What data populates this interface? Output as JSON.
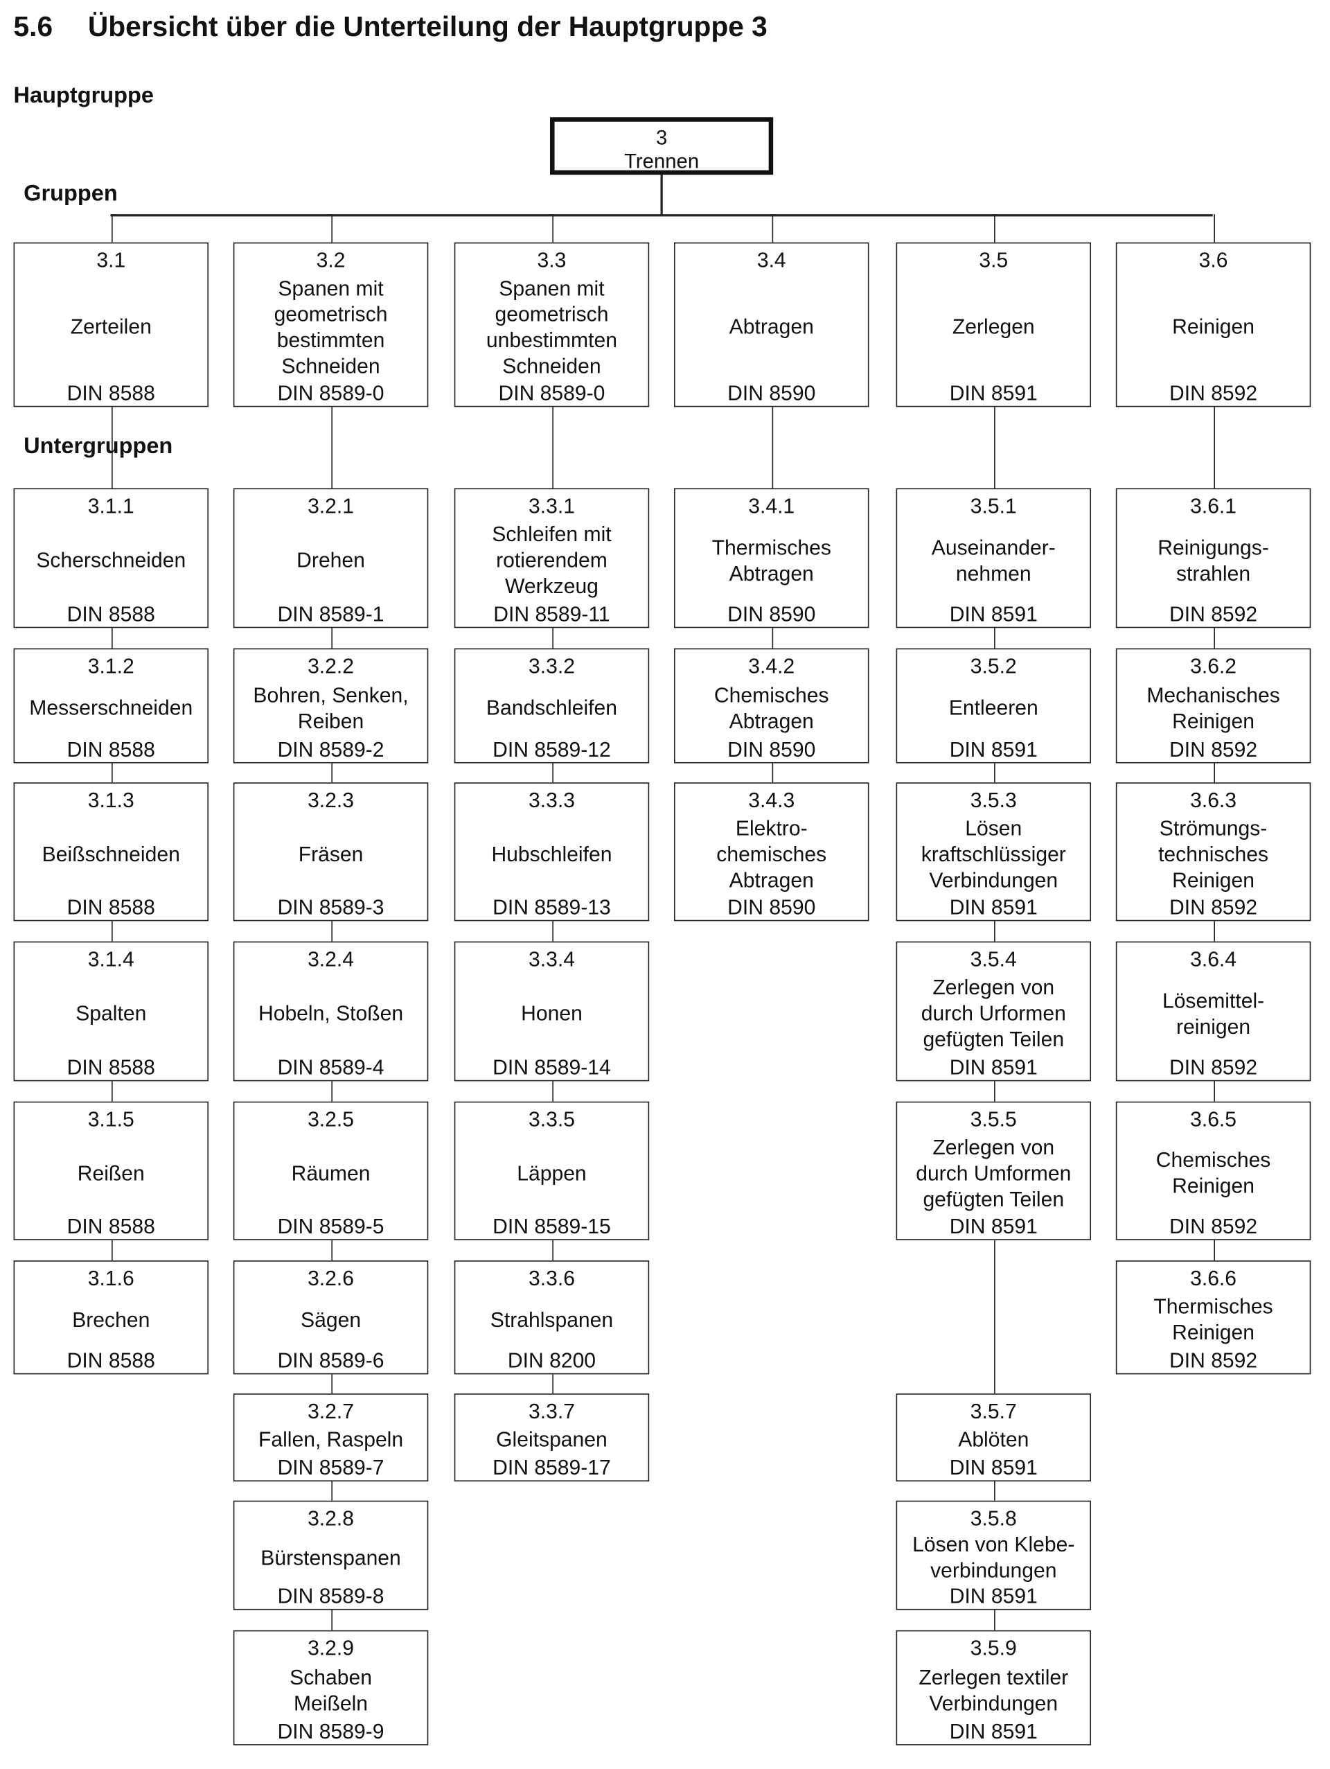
{
  "title": {
    "number": "5.6",
    "text": "Übersicht über die Unterteilung der Hauptgruppe 3"
  },
  "labels": {
    "hauptgruppe": "Hauptgruppe",
    "gruppen": "Gruppen",
    "untergruppen": "Untergruppen"
  },
  "root": {
    "number": "3",
    "name": "Trennen"
  },
  "columns": [
    {
      "group": {
        "number": "3.1",
        "name": [
          "Zerteilen"
        ],
        "din": "DIN 8588"
      },
      "subgroups": [
        {
          "number": "3.1.1",
          "name": [
            "Scherschneiden"
          ],
          "din": "DIN 8588"
        },
        {
          "number": "3.1.2",
          "name": [
            "Messerschneiden"
          ],
          "din": "DIN 8588"
        },
        {
          "number": "3.1.3",
          "name": [
            "Beißschneiden"
          ],
          "din": "DIN 8588"
        },
        {
          "number": "3.1.4",
          "name": [
            "Spalten"
          ],
          "din": "DIN 8588"
        },
        {
          "number": "3.1.5",
          "name": [
            "Reißen"
          ],
          "din": "DIN 8588"
        },
        {
          "number": "3.1.6",
          "name": [
            "Brechen"
          ],
          "din": "DIN 8588"
        }
      ]
    },
    {
      "group": {
        "number": "3.2",
        "name": [
          "Spanen mit",
          "geometrisch",
          "bestimmten",
          "Schneiden"
        ],
        "din": "DIN 8589-0"
      },
      "subgroups": [
        {
          "number": "3.2.1",
          "name": [
            "Drehen"
          ],
          "din": "DIN 8589-1"
        },
        {
          "number": "3.2.2",
          "name": [
            "Bohren, Senken,",
            "Reiben"
          ],
          "din": "DIN 8589-2"
        },
        {
          "number": "3.2.3",
          "name": [
            "Fräsen"
          ],
          "din": "DIN 8589-3"
        },
        {
          "number": "3.2.4",
          "name": [
            "Hobeln, Stoßen"
          ],
          "din": "DIN 8589-4"
        },
        {
          "number": "3.2.5",
          "name": [
            "Räumen"
          ],
          "din": "DIN 8589-5"
        },
        {
          "number": "3.2.6",
          "name": [
            "Sägen"
          ],
          "din": "DIN 8589-6"
        },
        {
          "number": "3.2.7",
          "name": [
            "Fallen, Raspeln"
          ],
          "din": "DIN 8589-7"
        },
        {
          "number": "3.2.8",
          "name": [
            "Bürstenspanen"
          ],
          "din": "DIN 8589-8"
        },
        {
          "number": "3.2.9",
          "name": [
            "Schaben",
            "Meißeln"
          ],
          "din": "DIN 8589-9"
        }
      ]
    },
    {
      "group": {
        "number": "3.3",
        "name": [
          "Spanen mit",
          "geometrisch",
          "unbestimmten",
          "Schneiden"
        ],
        "din": "DIN 8589-0"
      },
      "subgroups": [
        {
          "number": "3.3.1",
          "name": [
            "Schleifen mit",
            "rotierendem",
            "Werkzeug"
          ],
          "din": "DIN 8589-11"
        },
        {
          "number": "3.3.2",
          "name": [
            "Bandschleifen"
          ],
          "din": "DIN 8589-12"
        },
        {
          "number": "3.3.3",
          "name": [
            "Hubschleifen"
          ],
          "din": "DIN 8589-13"
        },
        {
          "number": "3.3.4",
          "name": [
            "Honen"
          ],
          "din": "DIN 8589-14"
        },
        {
          "number": "3.3.5",
          "name": [
            "Läppen"
          ],
          "din": "DIN 8589-15"
        },
        {
          "number": "3.3.6",
          "name": [
            "Strahlspanen"
          ],
          "din": "DIN 8200"
        },
        {
          "number": "3.3.7",
          "name": [
            "Gleitspanen"
          ],
          "din": "DIN 8589-17"
        }
      ]
    },
    {
      "group": {
        "number": "3.4",
        "name": [
          "Abtragen"
        ],
        "din": "DIN 8590"
      },
      "subgroups": [
        {
          "number": "3.4.1",
          "name": [
            "Thermisches",
            "Abtragen"
          ],
          "din": "DIN 8590"
        },
        {
          "number": "3.4.2",
          "name": [
            "Chemisches",
            "Abtragen"
          ],
          "din": "DIN 8590"
        },
        {
          "number": "3.4.3",
          "name": [
            "Elektro-",
            "chemisches",
            "Abtragen"
          ],
          "din": "DIN 8590"
        }
      ]
    },
    {
      "group": {
        "number": "3.5",
        "name": [
          "Zerlegen"
        ],
        "din": "DIN 8591"
      },
      "subgroups": [
        {
          "number": "3.5.1",
          "name": [
            "Auseinander-",
            "nehmen"
          ],
          "din": "DIN 8591"
        },
        {
          "number": "3.5.2",
          "name": [
            "Entleeren"
          ],
          "din": "DIN 8591"
        },
        {
          "number": "3.5.3",
          "name": [
            "Lösen",
            "kraftschlüssiger",
            "Verbindungen"
          ],
          "din": "DIN 8591"
        },
        {
          "number": "3.5.4",
          "name": [
            "Zerlegen von",
            "durch Urformen",
            "gefügten Teilen"
          ],
          "din": "DIN 8591"
        },
        {
          "number": "3.5.5",
          "name": [
            "Zerlegen von",
            "durch Umformen",
            "gefügten Teilen"
          ],
          "din": "DIN 8591"
        },
        {
          "number": "3.5.7",
          "name": [
            "Ablöten"
          ],
          "din": "DIN 8591"
        },
        {
          "number": "3.5.8",
          "name": [
            "Lösen von Klebe-",
            "verbindungen"
          ],
          "din": "DIN 8591"
        },
        {
          "number": "3.5.9",
          "name": [
            "Zerlegen textiler",
            "Verbindungen"
          ],
          "din": "DIN 8591"
        }
      ]
    },
    {
      "group": {
        "number": "3.6",
        "name": [
          "Reinigen"
        ],
        "din": "DIN 8592"
      },
      "subgroups": [
        {
          "number": "3.6.1",
          "name": [
            "Reinigungs-",
            "strahlen"
          ],
          "din": "DIN 8592"
        },
        {
          "number": "3.6.2",
          "name": [
            "Mechanisches",
            "Reinigen"
          ],
          "din": "DIN 8592"
        },
        {
          "number": "3.6.3",
          "name": [
            "Strömungs-",
            "technisches",
            "Reinigen"
          ],
          "din": "DIN 8592"
        },
        {
          "number": "3.6.4",
          "name": [
            "Lösemittel-",
            "reinigen"
          ],
          "din": "DIN 8592"
        },
        {
          "number": "3.6.5",
          "name": [
            "Chemisches",
            "Reinigen"
          ],
          "din": "DIN 8592"
        },
        {
          "number": "3.6.6",
          "name": [
            "Thermisches",
            "Reinigen"
          ],
          "din": "DIN 8592"
        }
      ]
    }
  ]
}
